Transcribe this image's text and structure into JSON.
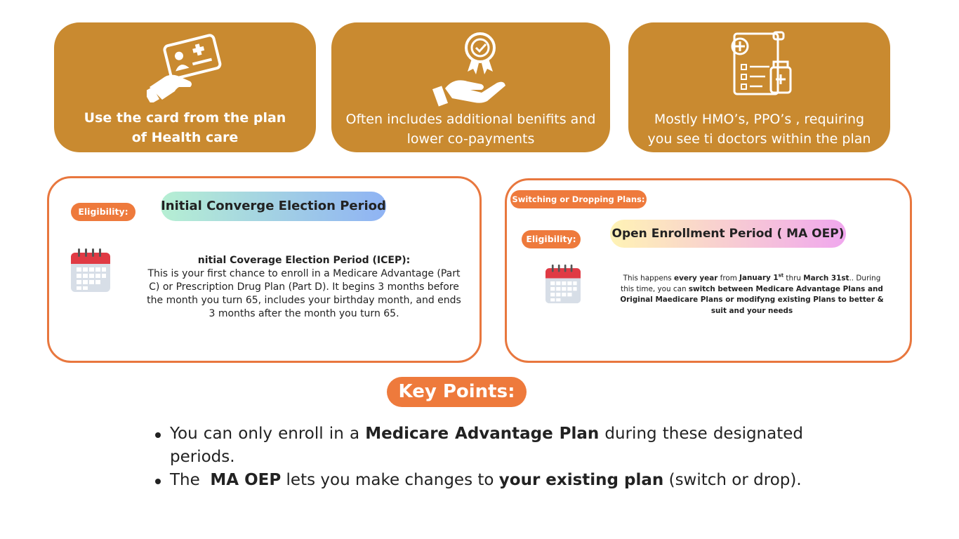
{
  "cards": [
    {
      "line1": "Use the card from  the plan",
      "line2": "of Health care",
      "icon": "hand-holding-card-icon"
    },
    {
      "line1": "Often includes additional benifits and",
      "line2": "lower co-payments",
      "icon": "hand-with-badge-icon"
    },
    {
      "line1": "Mostly HMO’s, PPO’s , requiring",
      "line2": "you see ti doctors within the plan",
      "icon": "medical-document-icon"
    }
  ],
  "icep": {
    "eligibility_label": "Eligibility:",
    "title": "Initial Converge Election Period",
    "desc_title": "nitial Coverage Election Period (ICEP):",
    "desc_body": "This is your first chance to enroll in a Medicare Advantage (Part C) or Prescription Drug Plan (Part D). It begins 3 months before the month you turn 65, includes your birthday month, and ends 3 months after the month you turn 65."
  },
  "oep": {
    "switch_label": "Switching or Dropping Plans:",
    "eligibility_label": "Eligibility:",
    "title": "Open Enrollment Period ( MA OEP)",
    "d1": "This happens ",
    "d2": "every year",
    "d3": " from ",
    "d4": "January 1",
    "d4sup": "st",
    "d5": " thru ",
    "d6": "March 31st",
    "d7": ".. During this time, you can ",
    "d8": "switch between Medicare Advantage Plans and Original Maedicare Plans or modifyng existing Plans to better & suit and your needs"
  },
  "key_points": {
    "heading": "Key Points:",
    "b1_pre": "You can only enroll in a ",
    "b1_bold": "Medicare Advantage Plan",
    "b1_post": " during these designated periods.",
    "b2_pre": "The  ",
    "b2_bold1": "MA OEP",
    "b2_mid": " lets you make changes to ",
    "b2_bold2": "your existing plan",
    "b2_post": " (switch or drop)."
  },
  "colors": {
    "card": "#C98A30",
    "accent": "#EE7A3C",
    "border": "#E8773E"
  }
}
